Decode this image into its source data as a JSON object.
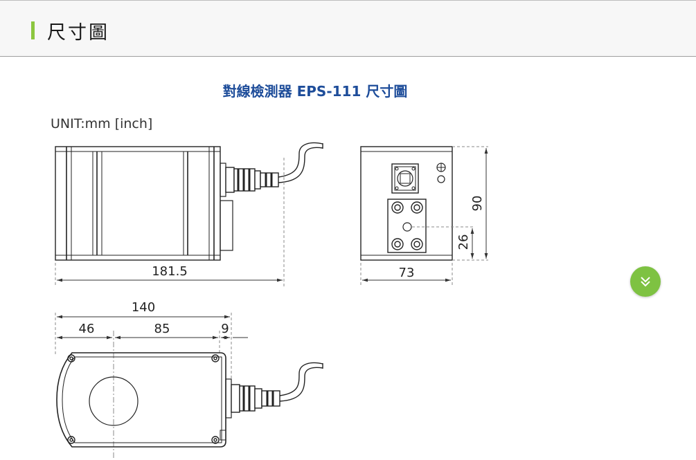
{
  "section": {
    "title": "尺寸圖",
    "accent_color": "#8cc63f"
  },
  "product_title": "對線檢測器 EPS-111 尺寸圖",
  "product_title_color": "#1e4d9a",
  "unit_label": "UNIT:mm [inch]",
  "dimensions": {
    "side_length": "181.5",
    "front_width": "73",
    "front_height": "90",
    "front_hole_height": "26",
    "bottom_total": "140",
    "bottom_left": "46",
    "bottom_mid": "85",
    "bottom_right": "9"
  },
  "scroll_button": {
    "icon": "double-chevron-down-icon",
    "color": "#7ec242"
  }
}
